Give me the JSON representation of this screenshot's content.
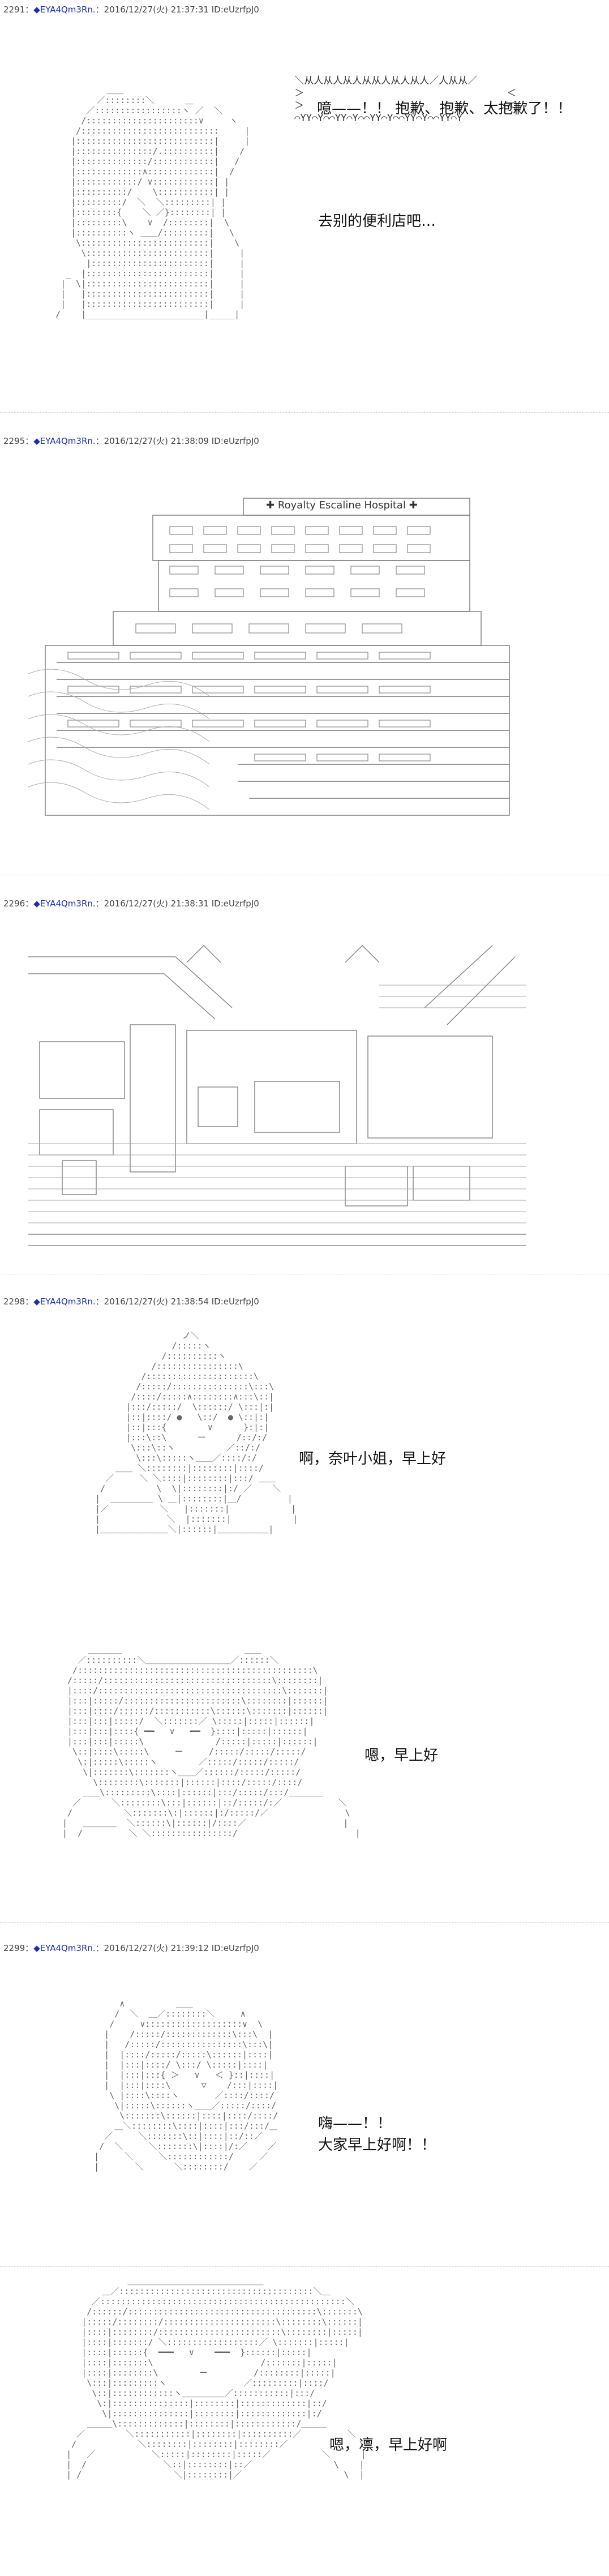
{
  "posts": [
    {
      "number": "2291：",
      "name": "◆EYA4Qm3Rn.",
      "date": "：2016/12/27(火) 21:37:31 ID:eUzrfpJ0"
    },
    {
      "number": "2295：",
      "name": "◆EYA4Qm3Rn.",
      "date": "：2016/12/27(火) 21:38:09 ID:eUzrfpJ0"
    },
    {
      "number": "2296：",
      "name": "◆EYA4Qm3Rn.",
      "date": "：2016/12/27(火) 21:38:31 ID:eUzrfpJ0"
    },
    {
      "number": "2298：",
      "name": "◆EYA4Qm3Rn.",
      "date": "：2016/12/27(火) 21:38:54 ID:eUzrfpJ0"
    },
    {
      "number": "2299：",
      "name": "◆EYA4Qm3Rn.",
      "date": "：2016/12/27(火) 21:39:12 ID:eUzrfpJ0"
    }
  ],
  "dialogue": {
    "p1_shout": "噫——！！ 抱歉、抱歉、太抱歉了！！",
    "p1_line": "去别的便利店吧…",
    "hospital_sign": "Royalty Escaline Hospital",
    "p4_line1": "啊，奈叶小姐，早上好",
    "p4_line2": "嗯，早上好",
    "p5_line1a": "嗨——！！",
    "p5_line1b": "大家早上好啊！！",
    "p5_line2": "嗯，凛，早上好啊"
  }
}
